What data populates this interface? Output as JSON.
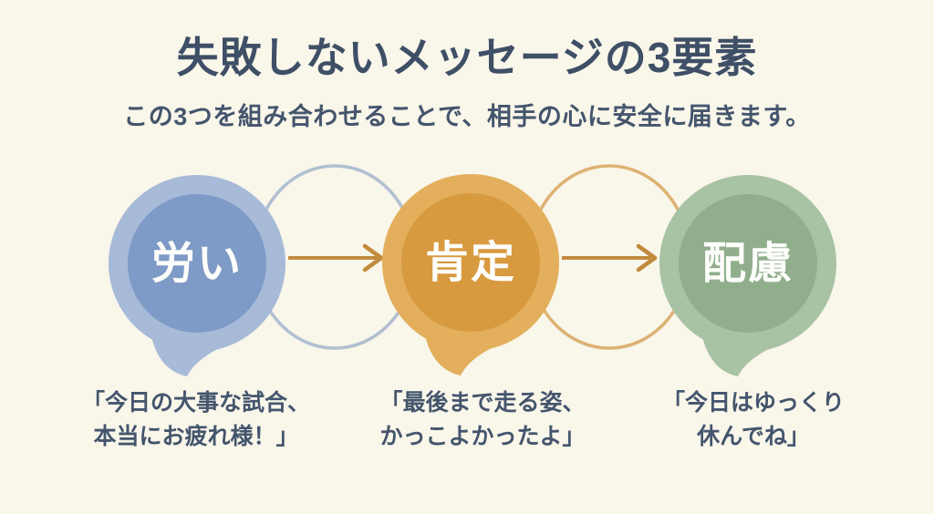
{
  "slide": {
    "title": "失敗しないメッセージの3要素",
    "subtitle": "この3つを組み合わせることで、相手の心に安全に届きます。"
  },
  "bubbles": [
    {
      "label": "労い",
      "outer": "#a7bad8",
      "inner": "#7e9ac6",
      "quote": {
        "line1": "「今日の大事な試合、",
        "line2": "本当にお疲れ様！」"
      }
    },
    {
      "label": "肯定",
      "outer": "#e3af5d",
      "inner": "#d89a3e",
      "quote": {
        "line1": "「最後まで走る姿、",
        "line2": "かっこよかったよ」"
      }
    },
    {
      "label": "配慮",
      "outer": "#a8c2a4",
      "inner": "#90ae8c",
      "quote": {
        "line1": "「今日はゆっくり",
        "line2": "休んでね」"
      }
    }
  ],
  "connectors": {
    "left_circle_color": "#b0c0d1",
    "right_circle_color": "#ddb273",
    "arrow_color": "#c28b3d"
  },
  "colors": {
    "background": "#f7f4e8",
    "title_text": "#3e4f66",
    "body_text": "#44556d",
    "bubble_label_text": "#fdfdfb"
  }
}
